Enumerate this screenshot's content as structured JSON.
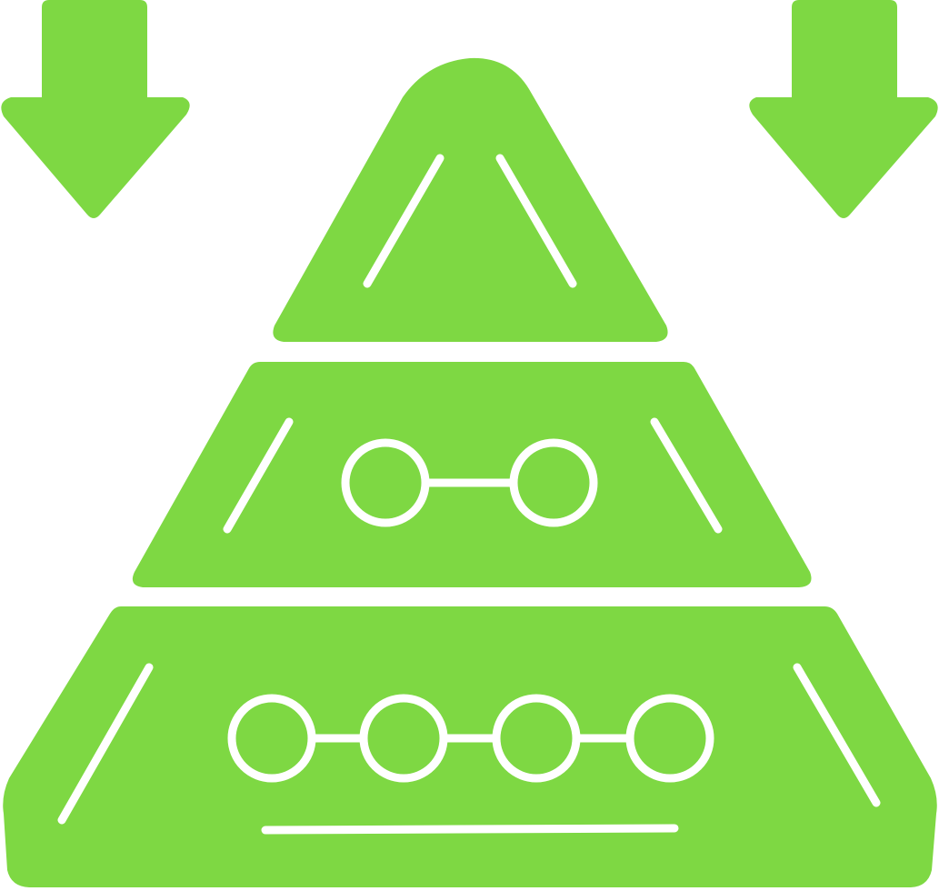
{
  "icon": {
    "name": "pyramid-hierarchy-icon",
    "fill_color": "#7ED843",
    "line_color": "#FFFFFF",
    "background_color": "#FFFFFF",
    "tiers": [
      {
        "name": "top",
        "nodes": 0
      },
      {
        "name": "middle",
        "nodes": 2
      },
      {
        "name": "bottom",
        "nodes": 4
      }
    ],
    "arrows": [
      "down-arrow-left",
      "down-arrow-right"
    ]
  }
}
